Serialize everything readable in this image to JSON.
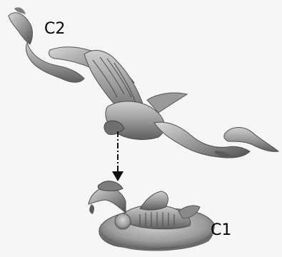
{
  "labels": {
    "c2": "C2",
    "c1": "C1"
  },
  "colors": {
    "figure_light": "#b5b5b5",
    "figure_mid": "#8a8a8a",
    "figure_dark": "#5a5a5a",
    "arrow": "#111111"
  },
  "arrow": {
    "direction": "down",
    "style": "dash-dot"
  }
}
